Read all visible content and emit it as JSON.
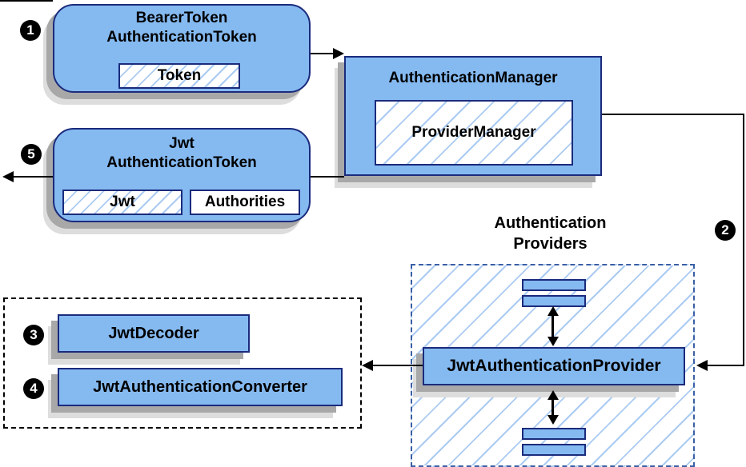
{
  "nodes": {
    "bearer": {
      "line1": "BearerToken",
      "line2": "AuthenticationToken",
      "inner": "Token"
    },
    "manager": {
      "title": "AuthenticationManager",
      "inner": "ProviderManager"
    },
    "jwt": {
      "line1": "Jwt",
      "line2": "AuthenticationToken",
      "inner_left": "Jwt",
      "inner_right": "Authorities"
    },
    "providers_group": {
      "label_line1": "Authentication",
      "label_line2": "Providers",
      "provider": "JwtAuthenticationProvider"
    },
    "decoder_group": {
      "decoder": "JwtDecoder",
      "converter": "JwtAuthenticationConverter"
    }
  },
  "badges": {
    "step1": "1",
    "step2": "2",
    "step3": "3",
    "step4": "4",
    "step5": "5"
  },
  "colors": {
    "node_fill": "#85baf1",
    "node_border": "#1b2b7c",
    "hatch_line": "#abcbf2",
    "providers_dash_border": "#3a5fa5",
    "decoder_dash_border": "#000000",
    "arrow": "#000000",
    "shadow_dark": "#a8a8a8",
    "shadow_light": "#dddddd",
    "badge_bg": "#000000",
    "badge_text": "#ffffff"
  }
}
